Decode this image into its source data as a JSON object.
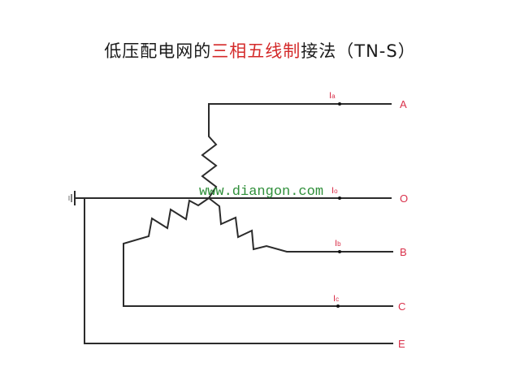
{
  "title": {
    "prefix": "低压配电网的",
    "highlight": "三相五线制",
    "suffix": "接法（TN-S）"
  },
  "watermark": "www.diangon.com",
  "lines": [
    {
      "id": "A",
      "label": "A",
      "current": "I",
      "current_sub": "a"
    },
    {
      "id": "O",
      "label": "O",
      "current": "I",
      "current_sub": "o"
    },
    {
      "id": "B",
      "label": "B",
      "current": "I",
      "current_sub": "b"
    },
    {
      "id": "C",
      "label": "C",
      "current": "I",
      "current_sub": "c"
    },
    {
      "id": "E",
      "label": "E"
    }
  ],
  "colors": {
    "wire": "#2b2b2b",
    "label": "#d9304a",
    "title_highlight": "#d42a2a",
    "watermark": "#2f8f3a"
  },
  "icons": {
    "ground": "ground-symbol-icon"
  }
}
